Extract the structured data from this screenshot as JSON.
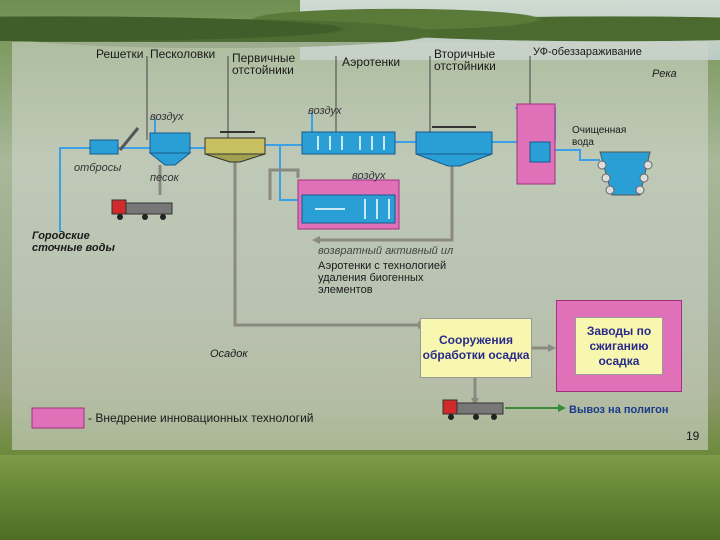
{
  "labels": {
    "screens": "Решетки",
    "sand_traps": "Песколовки",
    "primary": "Первичные отстойники",
    "aerotanks": "Аэротенки",
    "secondary": "Вторичные отстойники",
    "uv": "УФ-обеззараживание",
    "river": "Река",
    "air1": "воздух",
    "air2": "воздух",
    "air3": "воздух",
    "treated": "Очищенная вода",
    "waste": "отбросы",
    "sand": "песок",
    "city": "Городские сточные воды",
    "return_sludge": "возвратный активный ил",
    "bnr": "Аэротенки с технологией удаления биогенных элементов",
    "sediment": "Осадок",
    "sludge_treat": "Сооружения обработки осадка",
    "incineration": "Заводы по сжиганию осадка",
    "landfill": "Вывоз на полигон",
    "legend": "- Внедрение инновационных технологий",
    "page": "19"
  },
  "colors": {
    "pink": "#e070b8",
    "blue": "#2a9fd6",
    "yellow": "#f7f7b0",
    "line_blue": "#3aa0e8",
    "line_gray": "#8a8a80"
  }
}
